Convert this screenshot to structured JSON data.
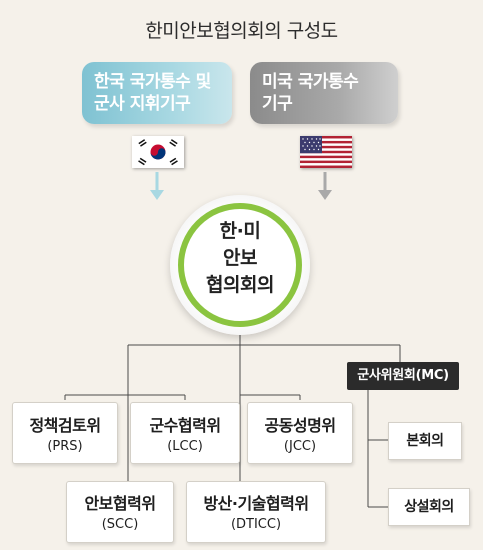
{
  "title": "한미안보협의회의 구성도",
  "korea_box": "한국 국가통수 및\n군사 지휘기구",
  "us_box": "미국 국가통수\n기구",
  "center": "한·미\n안보\n협의회의",
  "committees": {
    "prs": {
      "name": "정책검토위",
      "abbr": "(PRS)"
    },
    "lcc": {
      "name": "군수협력위",
      "abbr": "(LCC)"
    },
    "jcc": {
      "name": "공동성명위",
      "abbr": "(JCC)"
    },
    "scc": {
      "name": "안보협력위",
      "abbr": "(SCC)"
    },
    "dticc": {
      "name": "방산·기술협력위",
      "abbr": "(DTICC)"
    }
  },
  "mc": {
    "label": "군사위원회(MC)",
    "sub": [
      "본회의",
      "상설회의"
    ]
  },
  "colors": {
    "korea_box": "#7fc2d2",
    "us_box": "#8b8b8b",
    "ring": "#8bc440",
    "mc_box": "#2b2b2b",
    "arrow_korea": "#a8d8e2",
    "arrow_us": "#a9a9a9"
  }
}
